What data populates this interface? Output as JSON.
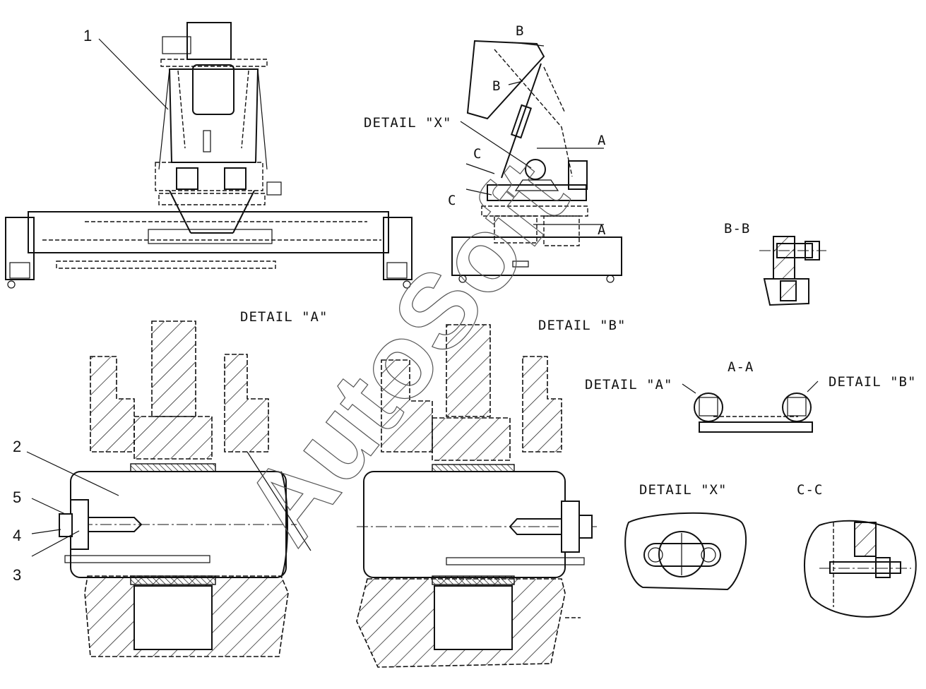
{
  "watermark": "AutoSoft",
  "labels": {
    "detail_x_top": "DETAIL \"X\"",
    "detail_a_head": "DETAIL \"A\"",
    "detail_b_head": "DETAIL \"B\"",
    "bb": "B-B",
    "aa": "A-A",
    "aa_detail_a": "DETAIL \"A\"",
    "aa_detail_b": "DETAIL \"B\"",
    "detail_x_bottom": "DETAIL \"X\"",
    "cc": "C-C",
    "sec_b1": "B",
    "sec_b2": "B",
    "sec_a1": "A",
    "sec_a2": "A",
    "sec_c1": "C",
    "sec_c2": "C"
  },
  "callouts": [
    "1",
    "2",
    "3",
    "4",
    "5"
  ]
}
